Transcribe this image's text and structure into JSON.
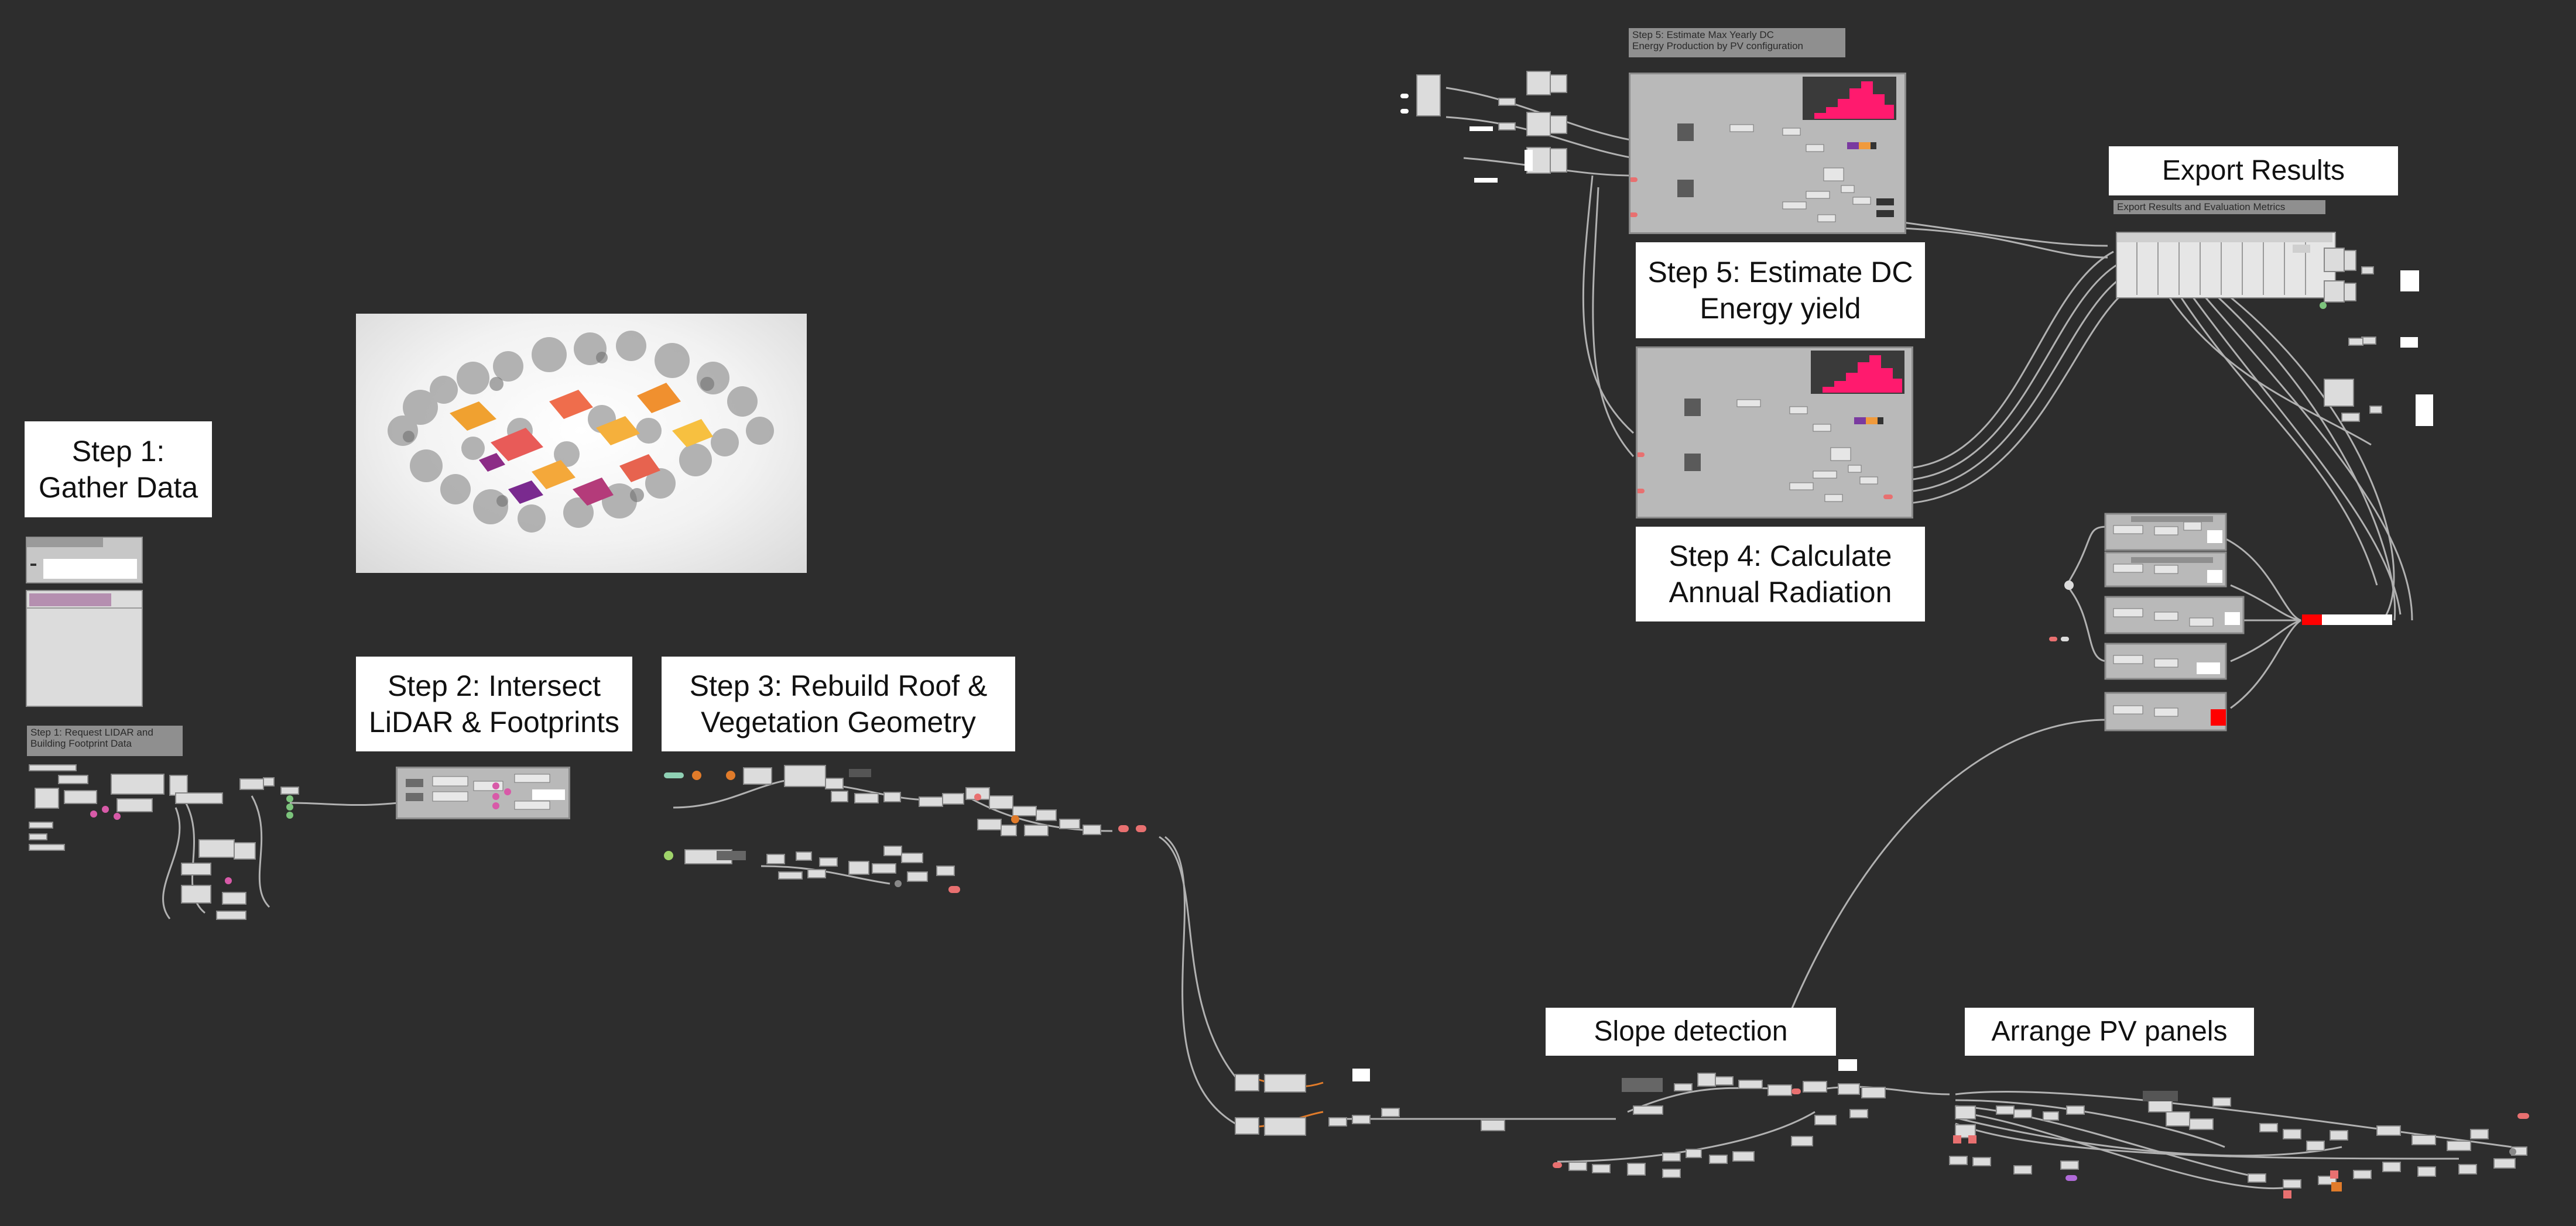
{
  "canvas": {
    "background": "#2d2d2d",
    "wire_color": "#c9c9c9",
    "node_fill": "#dcdcdc",
    "panel_fill": "#b9b9b9",
    "accent_pink": "#ff1a6e",
    "accent_red": "#ff0000",
    "accent_green": "#7cc47c",
    "accent_orange": "#e07b2a"
  },
  "labels": {
    "step1": "Step 1:\nGather Data",
    "step2": "Step 2: Intersect\nLiDAR & Footprints",
    "step3": "Step 3: Rebuild Roof &\nVegetation Geometry",
    "step4": "Step 4: Calculate\nAnnual Radiation",
    "step5": "Step 5: Estimate DC\nEnergy yield",
    "export": "Export Results",
    "slope": "Slope detection",
    "arrange": "Arrange PV panels"
  },
  "group_tags": {
    "step1_tag": "Step 1: Request LIDAR and\nBuilding Footprint Data",
    "step5_tag": "Step 5: Estimate Max Yearly DC\nEnergy Production by PV configuration",
    "export_tag": "Export Results and Evaluation Metrics"
  },
  "icons": {
    "preview_image": "rooftop-radiation-render-image",
    "histogram": "radiation-histogram-icon",
    "node": "component-node-icon"
  }
}
